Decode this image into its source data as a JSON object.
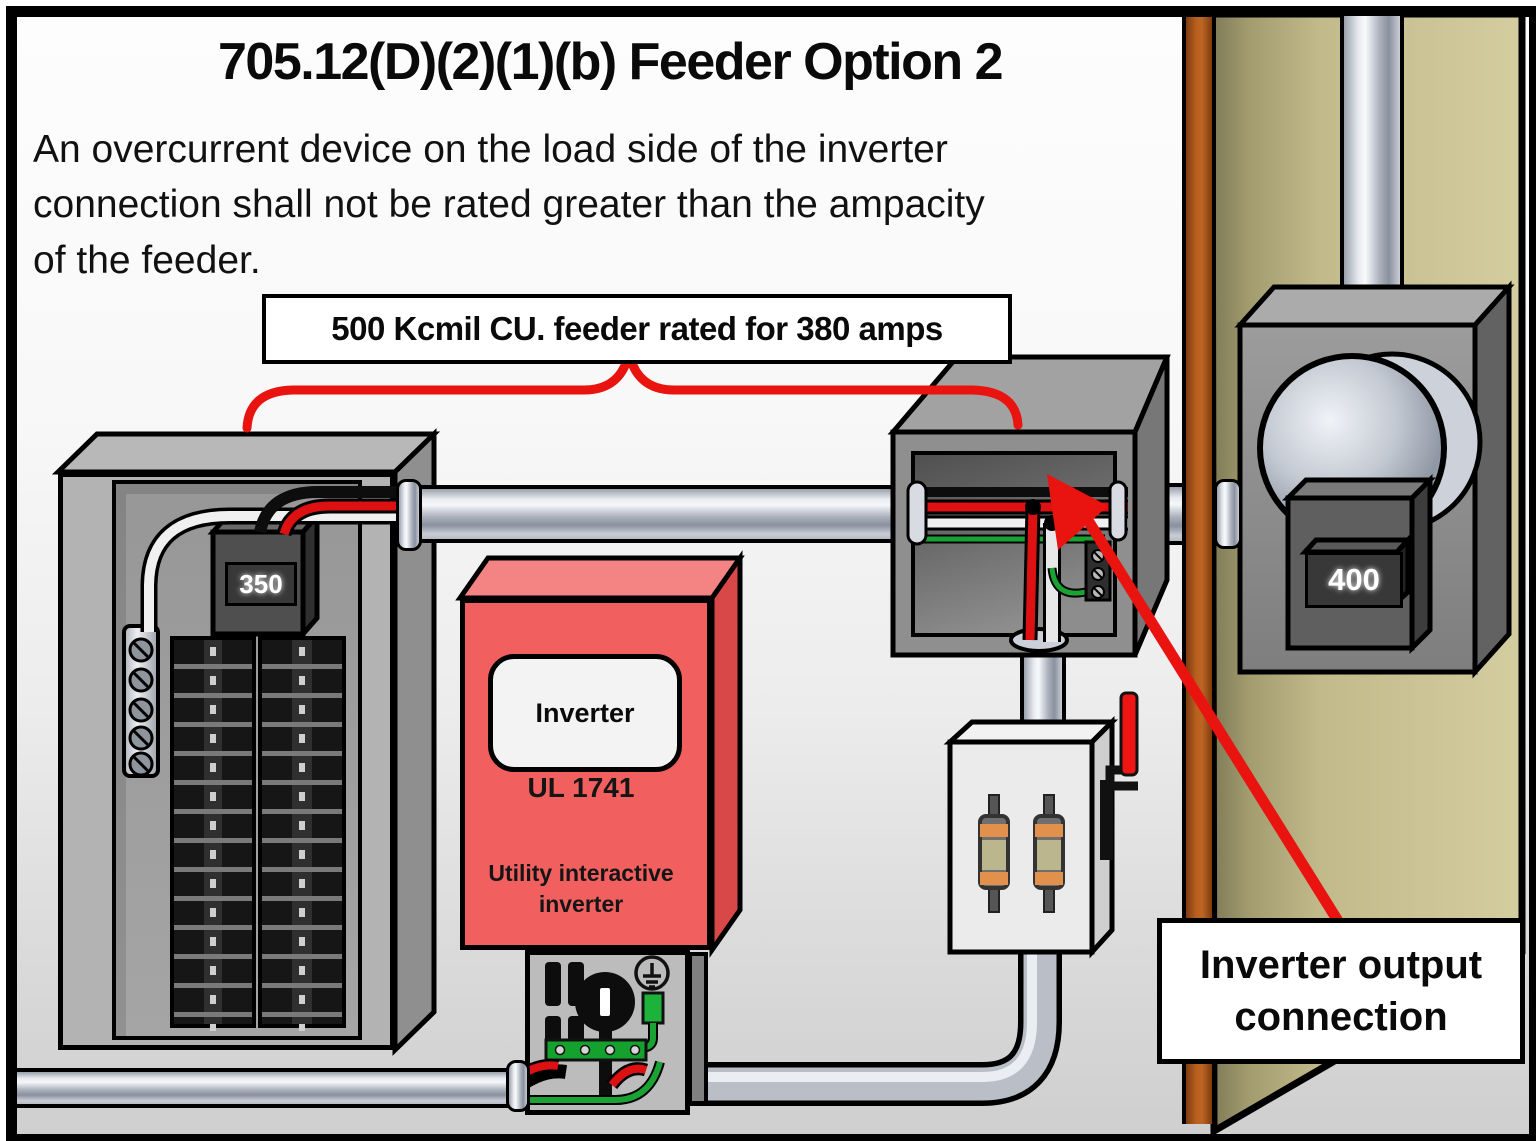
{
  "title": "705.12(D)(2)(1)(b) Feeder Option 2",
  "description": {
    "lines": [
      "An overcurrent device on the load side of the inverter",
      "connection shall not be rated greater than the ampacity",
      "of the feeder."
    ]
  },
  "callouts": {
    "feeder_label": "500 Kcmil  CU. feeder rated for 380 amps",
    "output_connection": {
      "lines": [
        "Inverter output",
        "connection"
      ]
    }
  },
  "components": {
    "main_panel_breaker_rating": "350",
    "meter_rating": "400",
    "inverter": {
      "name": "Inverter",
      "listing": "UL 1741",
      "type_lines": [
        "Utility interactive",
        "inverter"
      ]
    }
  },
  "colors": {
    "accent_red": "#e9130f",
    "inverter_red": "#f15f5f",
    "wall_tan": "#c9c193",
    "wood_brown": "#b9601f",
    "wire_green": "#1aa333",
    "wire_red": "#dd1111",
    "fuse_orange": "#e2914d",
    "fuse_body_khaki": "#bcb68e"
  }
}
